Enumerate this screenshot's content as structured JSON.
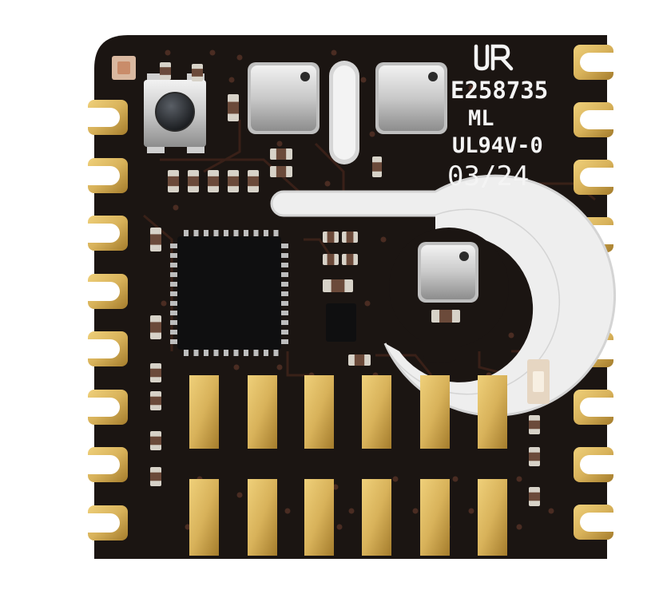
{
  "silkscreen": {
    "cert_number": "E258735",
    "line2": "ML",
    "flammability": "UL94V-0",
    "date_code": "03/24"
  },
  "marks": {
    "ur_logo": "ur-recognized-logo"
  },
  "colors": {
    "board": "#1b1512",
    "copper_trace": "#3a2018",
    "gold": "#d8b25a",
    "gold_dark": "#a47c2c",
    "silkscreen": "#f4f4f4",
    "cutout": "#ececec"
  }
}
